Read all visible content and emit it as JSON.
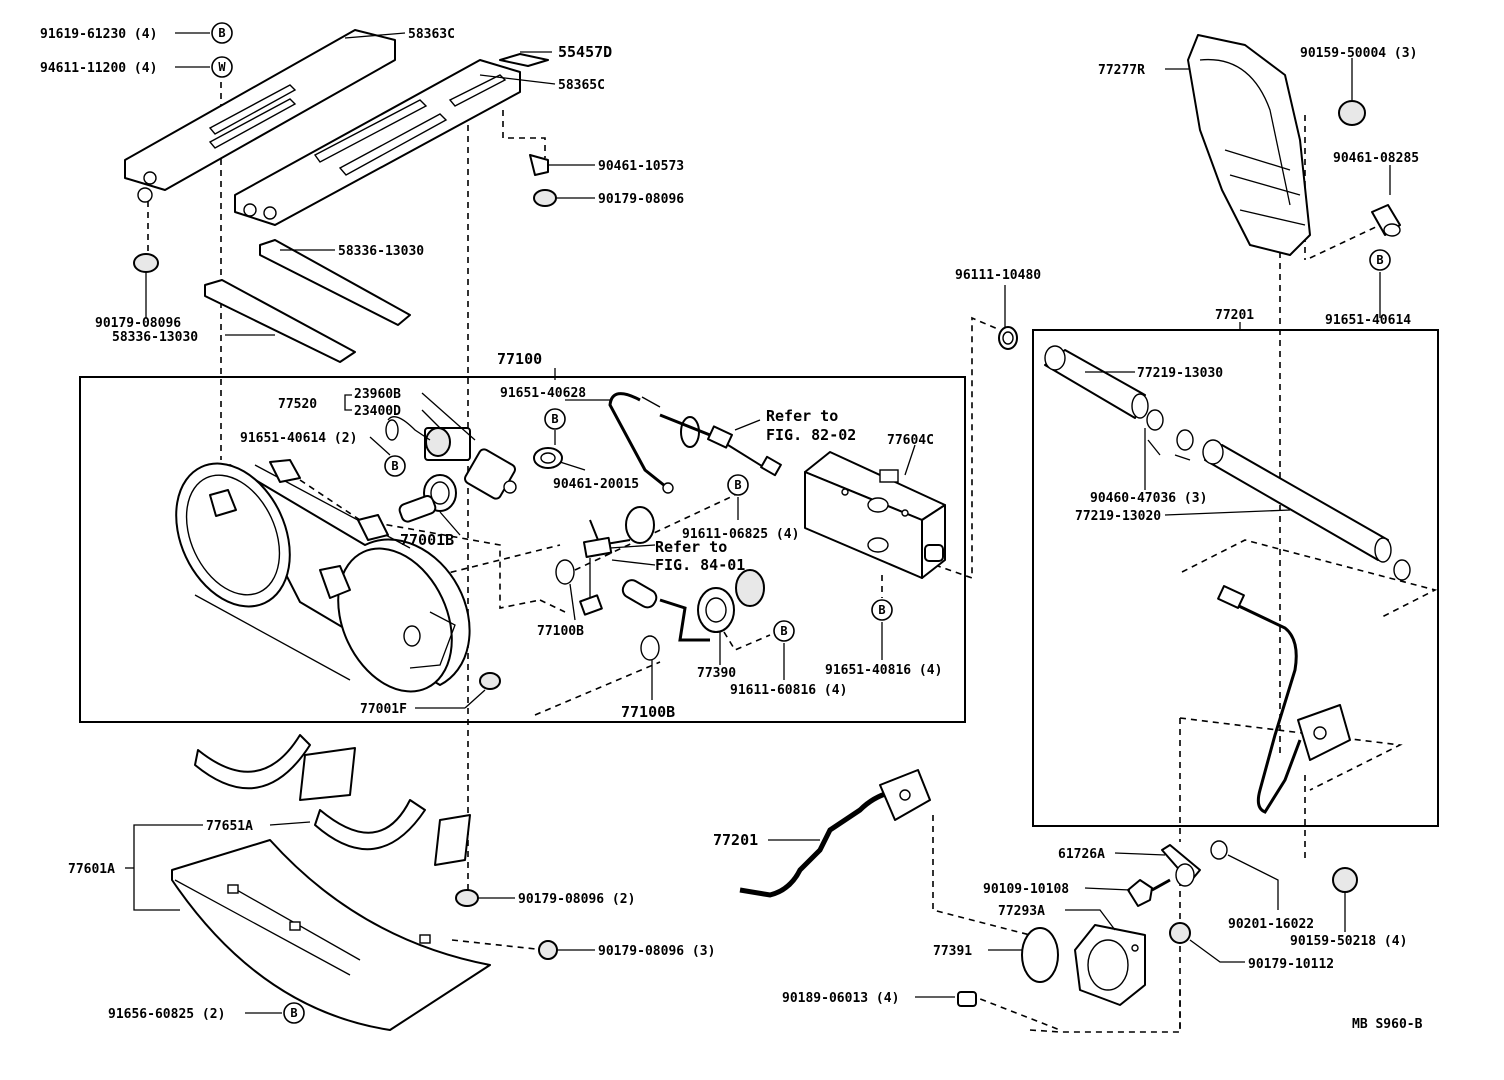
{
  "diagram_id": "MB S960-B",
  "markers": {
    "bolt": "B",
    "washer": "W"
  },
  "labels": {
    "p91619": "91619-61230 (4)",
    "p94611": "94611-11200 (4)",
    "p58363C": "58363C",
    "p55457D": "55457D",
    "p58365C": "58365C",
    "p90461_10573": "90461-10573",
    "p90179_08096_top": "90179-08096",
    "p58336_a": "58336-13030",
    "p90179_08096_left": "90179-08096",
    "p58336_b": "58336-13030",
    "p77100": "77100",
    "p91651_40628": "91651-40628",
    "p77520": "77520",
    "p23960B": "23960B",
    "p23400D": "23400D",
    "p91651_40614_2": "91651-40614 (2)",
    "p90461_20015": "90461-20015",
    "refer1_a": "Refer to",
    "refer1_b": "FIG. 82-02",
    "p77604C": "77604C",
    "p77001B": "77001B",
    "p91611_06825": "91611-06825 (4)",
    "refer2_a": "Refer to",
    "refer2_b": "FIG. 84-01",
    "p77100B_a": "77100B",
    "p77390": "77390",
    "p91611_60816": "91611-60816 (4)",
    "p91651_40816": "91651-40816 (4)",
    "p77001F": "77001F",
    "p77100B_b": "77100B",
    "p77651A": "77651A",
    "p77601A": "77601A",
    "p90179_08096_2": "90179-08096 (2)",
    "p90179_08096_3": "90179-08096 (3)",
    "p91656": "91656-60825 (2)",
    "p77277R": "77277R",
    "p90159_50004": "90159-50004 (3)",
    "p90461_08285": "90461-08285",
    "p91651_40614": "91651-40614",
    "p96111": "96111-10480",
    "p77201_box": "77201",
    "p77219_13030": "77219-13030",
    "p90460": "90460-47036 (3)",
    "p77219_13020": "77219-13020",
    "p77201_pipe": "77201",
    "p61726A": "61726A",
    "p90109": "90109-10108",
    "p77293A": "77293A",
    "p77391": "77391",
    "p90189": "90189-06013 (4)",
    "p90201": "90201-16022",
    "p90159_50218": "90159-50218 (4)",
    "p90179_10112": "90179-10112"
  }
}
